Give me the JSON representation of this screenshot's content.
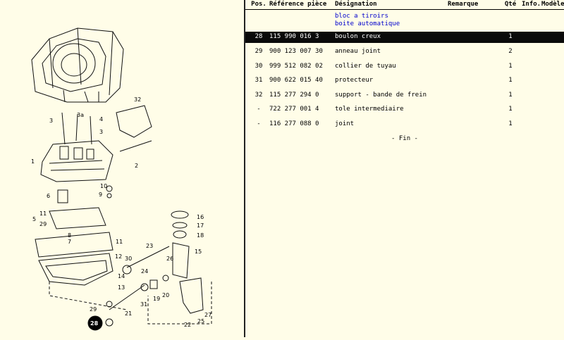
{
  "header": {
    "pos": "Pos.",
    "ref": "Référence pièce",
    "designation": "Désignation",
    "remarque": "Remarque",
    "qte": "Qté",
    "info": "Info.",
    "modele": "Modèle"
  },
  "group": {
    "line1": "bloc a tiroirs",
    "line2": "boite automatique"
  },
  "rows": [
    {
      "pos": "28",
      "ref": "115 990 016 3",
      "designation": "boulon creux",
      "remarque": "",
      "qte": "1",
      "selected": true
    },
    {
      "pos": "29",
      "ref": "900 123 007 30",
      "designation": "anneau joint",
      "remarque": "",
      "qte": "2"
    },
    {
      "pos": "30",
      "ref": "999 512 082 02",
      "designation": "collier de tuyau",
      "remarque": "",
      "qte": "1"
    },
    {
      "pos": "31",
      "ref": "900 622 015 40",
      "designation": "protecteur",
      "remarque": "",
      "qte": "1"
    },
    {
      "pos": "32",
      "ref": "115 277 294 0",
      "designation": "support - bande de frein",
      "remarque": "",
      "qte": "1"
    },
    {
      "pos": "-",
      "ref": "722 277 001 4",
      "designation": "tole intermediaire",
      "remarque": "",
      "qte": "1"
    },
    {
      "pos": "-",
      "ref": "116 277 088 0",
      "designation": "joint",
      "remarque": "",
      "qte": "1"
    }
  ],
  "footer": "- Fin -",
  "callouts": [
    "1",
    "2",
    "3",
    "3a",
    "4",
    "3",
    "5",
    "11",
    "29",
    "6",
    "7",
    "8",
    "9",
    "10",
    "11",
    "12",
    "13",
    "14",
    "15",
    "16",
    "17",
    "18",
    "19",
    "20",
    "21",
    "22",
    "23",
    "24",
    "25",
    "26",
    "27",
    "28",
    "29",
    "30",
    "31",
    "32"
  ],
  "highlight_callout": "28"
}
